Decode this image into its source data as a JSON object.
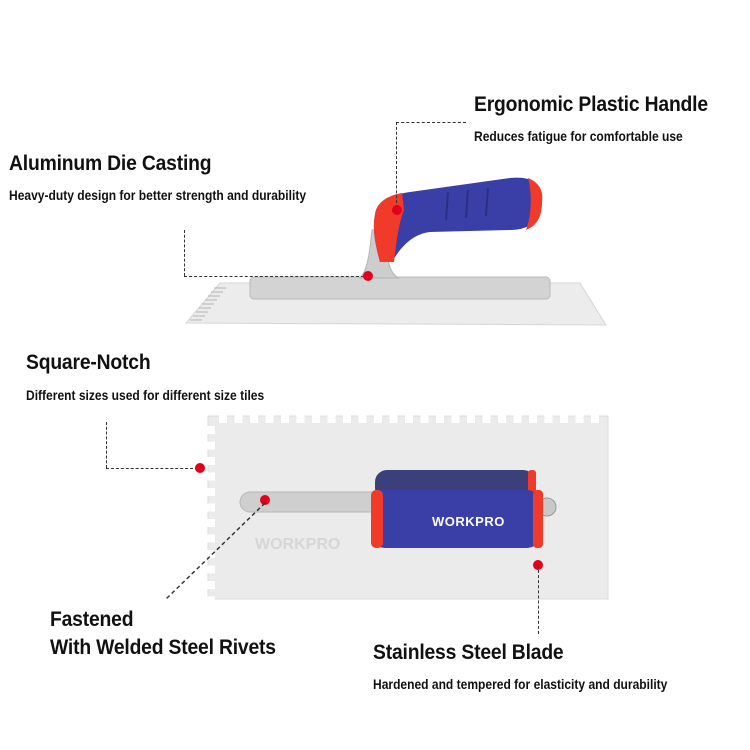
{
  "colors": {
    "accent_red": "#e2001a",
    "handle_blue": "#3a3fa8",
    "handle_blue_dark": "#2a2f86",
    "grip_red": "#f03a2a",
    "steel": "#e9e9e9",
    "casting": "#cfcfcf"
  },
  "callouts": {
    "handle": {
      "title": "Ergonomic Plastic Handle",
      "subtitle": "Reduces fatigue for comfortable use"
    },
    "casting": {
      "title": "Aluminum Die Casting",
      "subtitle": "Heavy-duty design for better strength and durability"
    },
    "notch": {
      "title": "Square-Notch",
      "subtitle": "Different sizes used for different size tiles"
    },
    "rivets": {
      "title_line1": "Fastened",
      "title_line2": "With Welded Steel Rivets"
    },
    "blade": {
      "title": "Stainless Steel Blade",
      "subtitle": "Hardened and tempered for elasticity and durability"
    }
  },
  "product": {
    "brand_label": "WORKPRO",
    "blade_watermark": "WORKPRO"
  },
  "icons": {
    "callout_marker": "red-dot-icon"
  }
}
